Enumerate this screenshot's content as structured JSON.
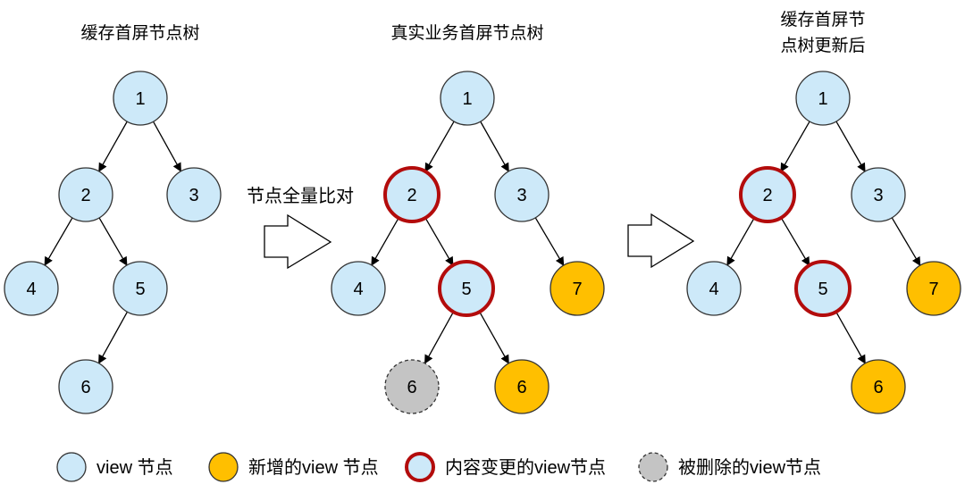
{
  "colors": {
    "view": "#cde9f9",
    "added": "#ffbf00",
    "changed_border": "#b30c0c",
    "deleted": "#c4c4c4",
    "stroke": "#333333"
  },
  "trees": [
    {
      "title_lines": [
        "缓存首屏节点树"
      ],
      "nodes": [
        {
          "id": "1",
          "label": "1",
          "type": "view"
        },
        {
          "id": "2",
          "label": "2",
          "type": "view"
        },
        {
          "id": "3",
          "label": "3",
          "type": "view"
        },
        {
          "id": "4",
          "label": "4",
          "type": "view"
        },
        {
          "id": "5",
          "label": "5",
          "type": "view"
        },
        {
          "id": "6",
          "label": "6",
          "type": "view"
        }
      ],
      "edges": [
        [
          "1",
          "2"
        ],
        [
          "1",
          "3"
        ],
        [
          "2",
          "4"
        ],
        [
          "2",
          "5"
        ],
        [
          "5",
          "6"
        ]
      ]
    },
    {
      "title_lines": [
        "真实业务首屏节点树"
      ],
      "nodes": [
        {
          "id": "1",
          "label": "1",
          "type": "view"
        },
        {
          "id": "2",
          "label": "2",
          "type": "changed"
        },
        {
          "id": "3",
          "label": "3",
          "type": "view"
        },
        {
          "id": "4",
          "label": "4",
          "type": "view"
        },
        {
          "id": "5",
          "label": "5",
          "type": "changed"
        },
        {
          "id": "7",
          "label": "7",
          "type": "added"
        },
        {
          "id": "6del",
          "label": "6",
          "type": "deleted"
        },
        {
          "id": "6new",
          "label": "6",
          "type": "added"
        }
      ],
      "edges": [
        [
          "1",
          "2"
        ],
        [
          "1",
          "3"
        ],
        [
          "2",
          "4"
        ],
        [
          "2",
          "5"
        ],
        [
          "3",
          "7"
        ],
        [
          "5",
          "6del"
        ],
        [
          "5",
          "6new"
        ]
      ]
    },
    {
      "title_lines": [
        "缓存首屏节",
        "点树更新后"
      ],
      "nodes": [
        {
          "id": "1",
          "label": "1",
          "type": "view"
        },
        {
          "id": "2",
          "label": "2",
          "type": "changed"
        },
        {
          "id": "3",
          "label": "3",
          "type": "view"
        },
        {
          "id": "4",
          "label": "4",
          "type": "view"
        },
        {
          "id": "5",
          "label": "5",
          "type": "changed"
        },
        {
          "id": "7",
          "label": "7",
          "type": "added"
        },
        {
          "id": "6",
          "label": "6",
          "type": "added"
        }
      ],
      "edges": [
        [
          "1",
          "2"
        ],
        [
          "1",
          "3"
        ],
        [
          "2",
          "4"
        ],
        [
          "2",
          "5"
        ],
        [
          "3",
          "7"
        ],
        [
          "5",
          "6"
        ]
      ]
    }
  ],
  "arrows": [
    {
      "label": "节点全量比对"
    },
    {
      "label": ""
    }
  ],
  "legend": [
    {
      "type": "view",
      "label": "view 节点"
    },
    {
      "type": "added",
      "label": "新增的view 节点"
    },
    {
      "type": "changed",
      "label": "内容变更的view节点"
    },
    {
      "type": "deleted",
      "label": "被删除的view节点"
    }
  ]
}
